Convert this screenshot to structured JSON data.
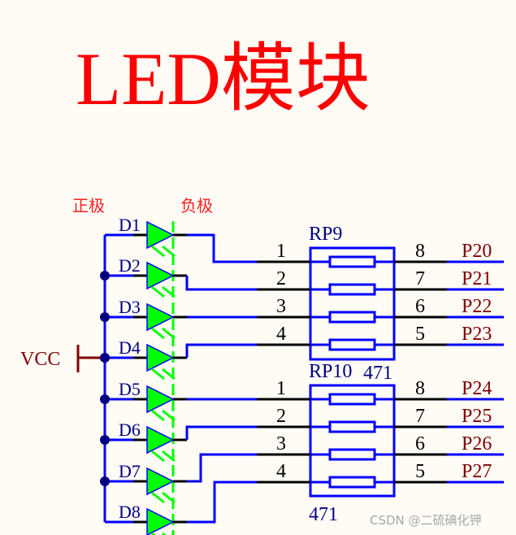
{
  "title": "LED模块",
  "anode_label": "正极",
  "cathode_label": "负极",
  "power_label": "VCC",
  "leds": [
    "D1",
    "D2",
    "D3",
    "D4",
    "D5",
    "D6",
    "D7",
    "D8"
  ],
  "resistor_packs": [
    {
      "ref": "RP9",
      "value": "471",
      "left_pins": [
        "1",
        "2",
        "3",
        "4"
      ],
      "right_pins": [
        "8",
        "7",
        "6",
        "5"
      ],
      "nets": [
        "P20",
        "P21",
        "P22",
        "P23"
      ]
    },
    {
      "ref": "RP10",
      "value": "471",
      "left_pins": [
        "1",
        "2",
        "3",
        "4"
      ],
      "right_pins": [
        "8",
        "7",
        "6",
        "5"
      ],
      "nets": [
        "P24",
        "P25",
        "P26",
        "P27"
      ]
    }
  ],
  "watermark": "CSDN @二硫碘化钾",
  "colors": {
    "title": "#ff0000",
    "wire": "#0000ff",
    "pin": "#000000",
    "led_fill": "#00ff00",
    "junction": "#000080",
    "label": "#000080",
    "net": "#800000",
    "background": "#fffcf6"
  }
}
